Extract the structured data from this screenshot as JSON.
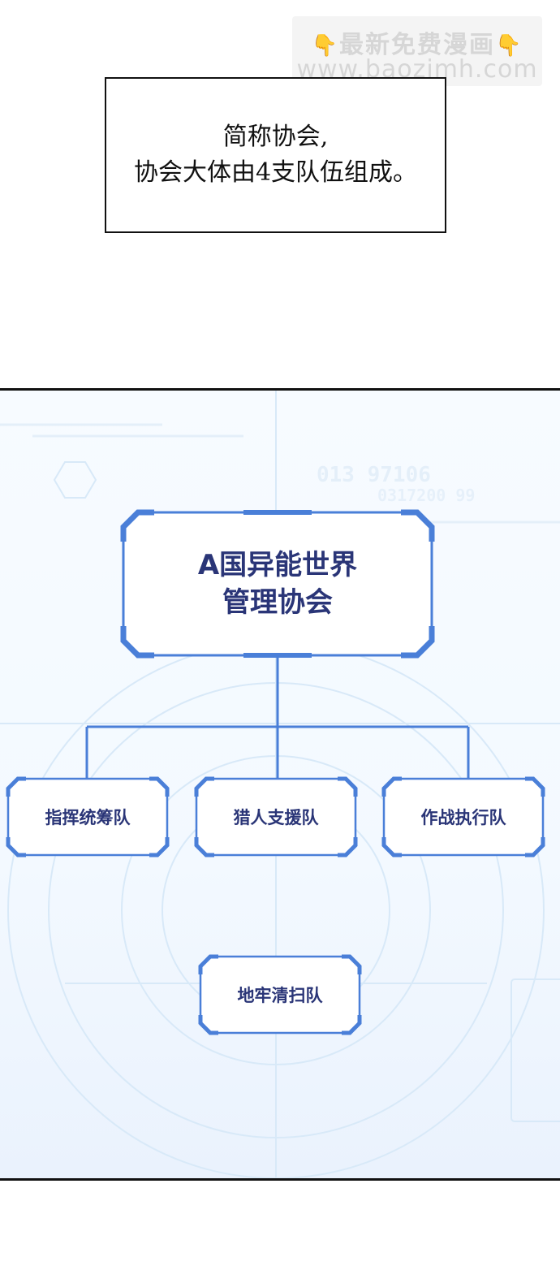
{
  "watermark": {
    "line1": "最新免费漫画",
    "line2": "www.baozimh.com"
  },
  "caption": {
    "line1": "简称协会,",
    "line2": "协会大体由4支队伍组成。"
  },
  "org_chart": {
    "root": {
      "line1": "A国异能世界",
      "line2": "管理协会"
    },
    "teams": [
      "指挥统筹队",
      "猎人支援队",
      "作战执行队",
      "地牢清扫队"
    ]
  },
  "colors": {
    "node_border": "#4a7fd8",
    "node_text": "#2a3577",
    "connector": "#4a7fd8"
  }
}
